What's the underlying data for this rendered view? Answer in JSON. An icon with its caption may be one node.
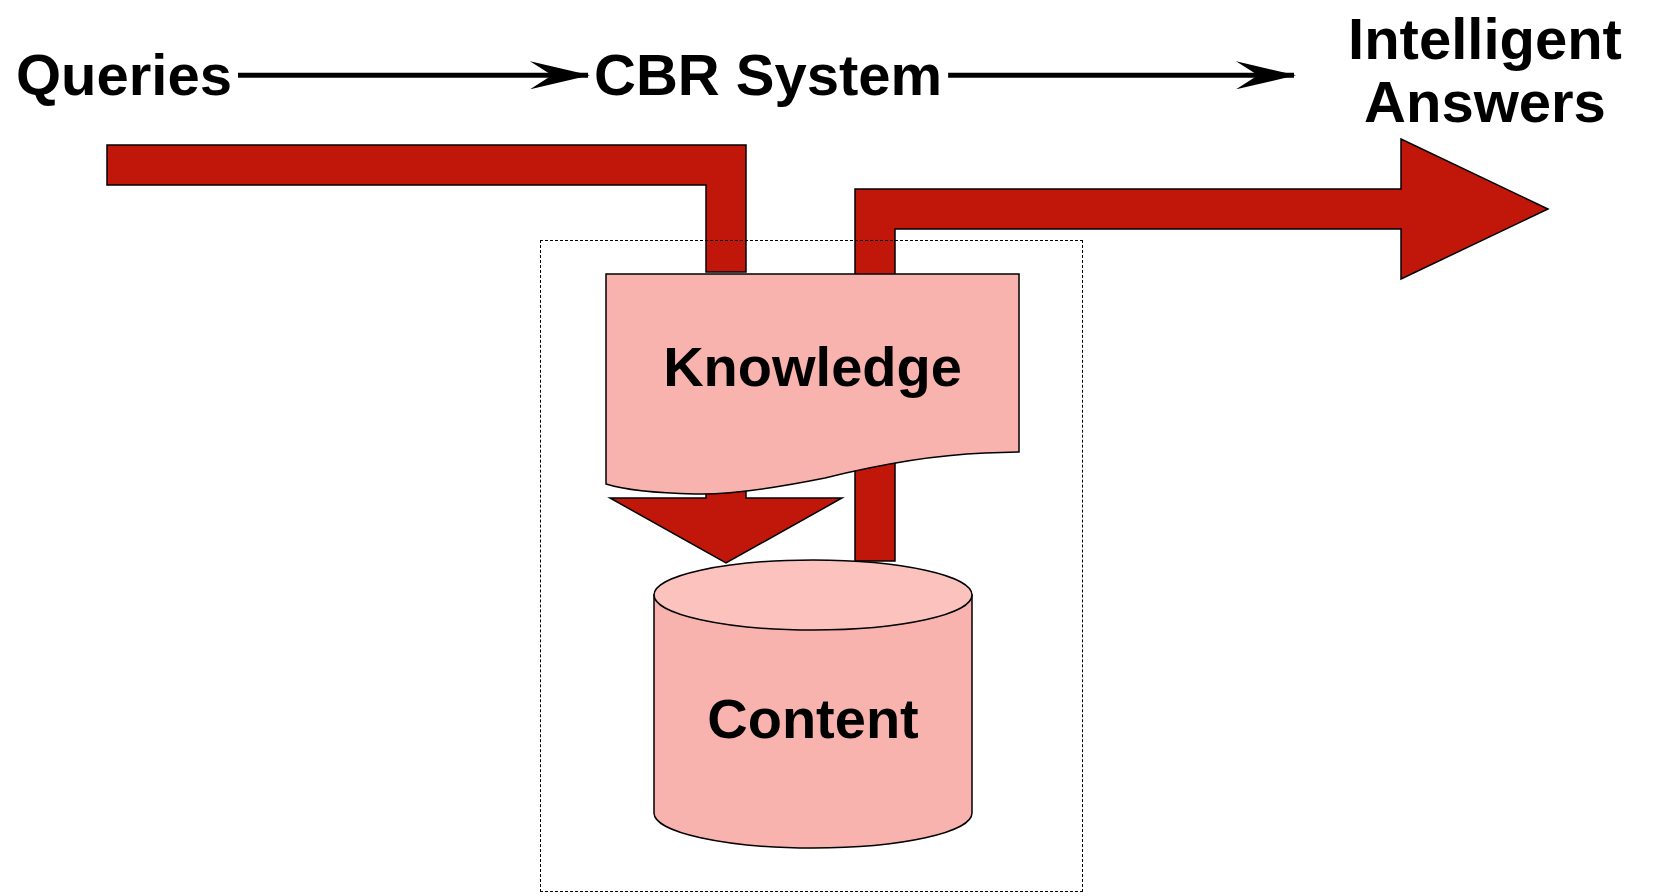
{
  "diagram": {
    "nodes": [
      {
        "text": [
          "Queries"
        ]
      },
      {
        "text": [
          "CBR System"
        ]
      },
      {
        "text": [
          "Intelligent Answers"
        ]
      },
      {
        "text": [],
        "shape": "box"
      },
      {
        "text": [
          "Knowledge"
        ],
        "in": 3
      },
      {
        "text": [
          "Content"
        ],
        "in": 3
      }
    ],
    "edges": [
      {
        "from": 0,
        "to": 1,
        "arrow": "to"
      },
      {
        "from": 1,
        "to": 2,
        "arrow": "to"
      },
      {
        "from": null,
        "to": 4,
        "arrow": "none",
        "style": "thick",
        "color": "#c1170a"
      },
      {
        "from": 4,
        "to": 5,
        "arrow": "to",
        "style": "thick",
        "color": "#c1170a"
      },
      {
        "from": 5,
        "to": 2,
        "arrow": "to",
        "style": "thick",
        "color": "#c1170a"
      }
    ]
  }
}
